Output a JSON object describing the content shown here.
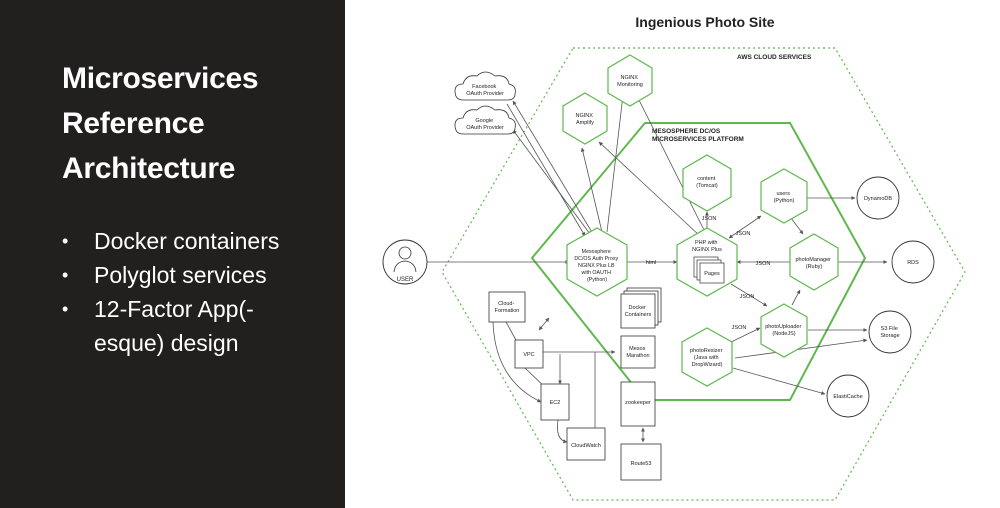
{
  "slide": {
    "title_lines": [
      "Microservices",
      "Reference",
      "Architecture"
    ],
    "bullets": [
      {
        "bullet": "•",
        "lines": [
          "Docker containers"
        ]
      },
      {
        "bullet": "•",
        "lines": [
          "Polyglot services"
        ]
      },
      {
        "bullet": "•",
        "lines": [
          "12-Factor App(-",
          "esque) design"
        ]
      }
    ]
  },
  "diagram": {
    "title": "Ingenious Photo Site",
    "aws_label": "AWS CLOUD SERVICES",
    "mesos_label": [
      "MESOSPHERE DC/OS",
      "MICROSERVICES PLATFORM"
    ],
    "colors": {
      "hex": "#5fb84f",
      "dotted": "#5fb84f",
      "line": "#555555",
      "node": "#333333"
    },
    "icons": {
      "user": "user-icon",
      "cloud": "cloud-icon",
      "hex": "hexagon-node",
      "circle": "circle-node"
    },
    "clouds": {
      "facebook": [
        "Facebook",
        "OAuth Provider"
      ],
      "google": [
        "Google",
        "OAuth Provider"
      ]
    },
    "user": "USER",
    "hex_nodes": {
      "nginx_monitoring": [
        "NGINX",
        "Monitoring"
      ],
      "nginx_amplify": [
        "NGINX",
        "Amplify"
      ],
      "content": [
        "content",
        "(Tomcat)"
      ],
      "users": [
        "users",
        "(Python)"
      ],
      "auth_proxy": [
        "Mesosphere",
        "DC/OS Auth Proxy",
        "NGINX Plus LB",
        "with OAUTH",
        "(Python)"
      ],
      "php": [
        "PHP with",
        "NGINX Plus"
      ],
      "photo_manager": [
        "photoManager",
        "(Ruby)"
      ],
      "photo_uploader": [
        "photoUploader",
        "(NodeJS)"
      ],
      "photo_resizer": [
        "photoResizer",
        "(Java with",
        "DropWizard)"
      ]
    },
    "pages": "Pages",
    "circles": {
      "dynamodb": "DynamoDB",
      "rds": "RDS",
      "s3": [
        "S3 File",
        "Storage"
      ],
      "elasticache": "ElastiCache"
    },
    "infra": {
      "cloudformation": [
        "Cloud-",
        "Formation"
      ],
      "vpc": "VPC",
      "ec2": "EC2",
      "cloudwatch": "CloudWatch",
      "docker": [
        "Docker",
        "Containers"
      ],
      "mesos": [
        "Mesos",
        "Marathon"
      ],
      "zookeeper": "zookeeper",
      "route53": "Route53"
    },
    "edge_labels": {
      "html": "html",
      "json": "JSON"
    }
  }
}
